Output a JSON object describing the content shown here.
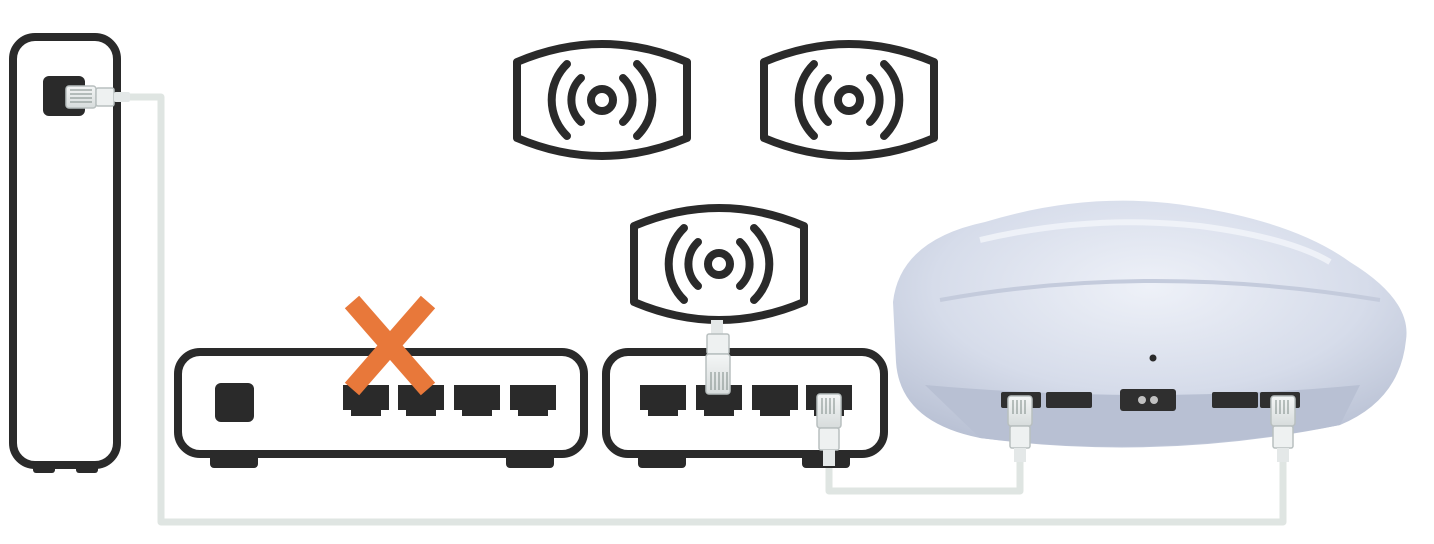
{
  "diagram": {
    "alt": "",
    "devices": [
      {
        "id": "modem",
        "kind": "modem-tower"
      },
      {
        "id": "switch-unmanaged",
        "kind": "network-switch",
        "ports": 4,
        "crossed_out": true
      },
      {
        "id": "switch-poe",
        "kind": "network-switch",
        "ports": 4
      },
      {
        "id": "access-point-floating-1",
        "kind": "wireless-access-point"
      },
      {
        "id": "access-point-floating-2",
        "kind": "wireless-access-point"
      },
      {
        "id": "access-point-wired",
        "kind": "wireless-access-point"
      },
      {
        "id": "router-dome",
        "kind": "mesh-router"
      }
    ],
    "marks": [
      {
        "id": "invalid-mark",
        "glyph": "X",
        "meaning": "not allowed"
      }
    ],
    "colors": {
      "outline": "#2a2a2a",
      "device_fill": "#ffffff",
      "port_fill": "#2f2f2f",
      "cable": "#dde3e0",
      "cable_plug": "#e9ecec",
      "cross_mark": "#e87a3b",
      "router_body": "#d9dfec",
      "router_shadow": "#b7bfd2"
    },
    "icons": [
      "modem-icon",
      "switch-icon",
      "access-point-icon",
      "router-icon",
      "ethernet-plug-icon",
      "cross-mark-icon"
    ]
  }
}
